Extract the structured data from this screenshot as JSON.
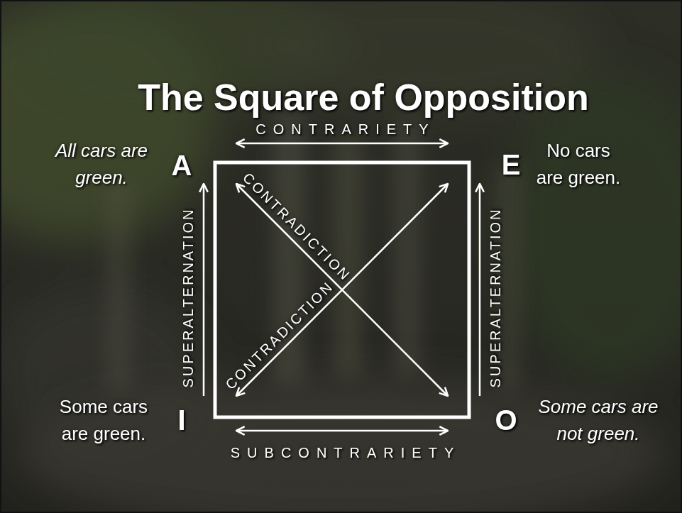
{
  "diagram": {
    "title": "The Square of Opposition",
    "nodes": [
      {
        "text": [
          "A",
          "All cars are green."
        ]
      },
      {
        "text": [
          "E",
          "No cars are green."
        ]
      },
      {
        "text": [
          "I",
          "Some cars are green."
        ]
      },
      {
        "text": [
          "O",
          "Some cars are not green."
        ]
      }
    ],
    "edges": [
      {
        "from": 0,
        "to": 1,
        "label": "CONTRARIETY",
        "arrow": "both"
      },
      {
        "from": 2,
        "to": 0,
        "label": "SUPERALTERNATION",
        "arrow": "to"
      },
      {
        "from": 3,
        "to": 1,
        "label": "SUPERALTERNATION",
        "arrow": "to"
      },
      {
        "from": 0,
        "to": 3,
        "label": "CONTRADICTION",
        "arrow": "both"
      },
      {
        "from": 2,
        "to": 1,
        "label": "CONTRADICTION",
        "arrow": "both"
      },
      {
        "from": 2,
        "to": 3,
        "label": "SUBCONTRARIETY",
        "arrow": "both"
      }
    ]
  }
}
